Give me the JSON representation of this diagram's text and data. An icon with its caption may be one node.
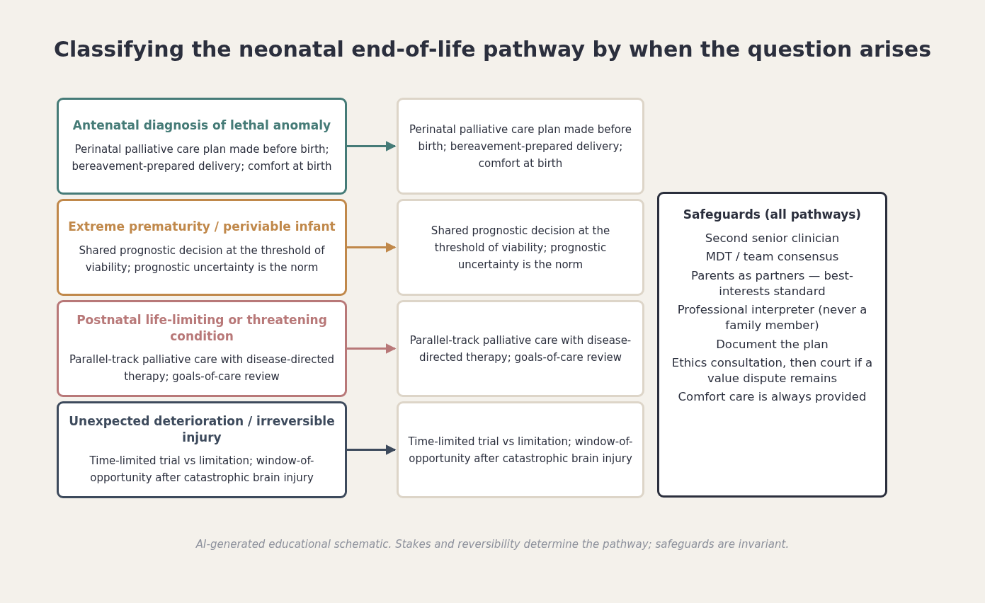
{
  "diagram": {
    "title": "Classifying the neonatal end-of-life pathway by when the question arises",
    "caption": "AI-generated educational schematic. Stakes and reversibility determine the pathway; safeguards are invariant.",
    "nodes": [
      {
        "text": [
          "Antenatal diagnosis of lethal anomaly",
          "Perinatal palliative care plan made before birth; bereavement-prepared delivery; comfort at birth"
        ]
      },
      {
        "text": [
          "Perinatal palliative care plan made before birth; bereavement-prepared delivery; comfort at birth"
        ]
      },
      {
        "text": [
          "Extreme prematurity / periviable infant",
          "Shared prognostic decision at the threshold of viability; prognostic uncertainty is the norm"
        ]
      },
      {
        "text": [
          "Shared prognostic decision at the threshold of viability; prognostic uncertainty is the norm"
        ]
      },
      {
        "text": [
          "Postnatal life-limiting or threatening condition",
          "Parallel-track palliative care with disease-directed therapy; goals-of-care review"
        ]
      },
      {
        "text": [
          "Parallel-track palliative care with disease-directed therapy; goals-of-care review"
        ]
      },
      {
        "text": [
          "Unexpected deterioration / irreversible injury",
          "Time-limited trial vs limitation; window-of-opportunity after catastrophic brain injury"
        ]
      },
      {
        "text": [
          "Time-limited trial vs limitation; window-of-opportunity after catastrophic brain injury"
        ]
      },
      {
        "text": [
          "Safeguards (all pathways)",
          "Second senior clinician",
          "MDT / team consensus",
          "Parents as partners — best-interests standard",
          "Professional interpreter (never a family member)",
          "Document the plan",
          "Ethics consultation, then court if a value dispute remains",
          "Comfort care is always provided"
        ]
      }
    ],
    "edges": [
      {
        "from": 0,
        "to": 1,
        "arrow": "to",
        "color": "#457b77"
      },
      {
        "from": 2,
        "to": 3,
        "arrow": "to",
        "color": "#c0884a"
      },
      {
        "from": 4,
        "to": 5,
        "arrow": "to",
        "color": "#b87878"
      },
      {
        "from": 6,
        "to": 7,
        "arrow": "to",
        "color": "#3d4a5c"
      }
    ]
  }
}
